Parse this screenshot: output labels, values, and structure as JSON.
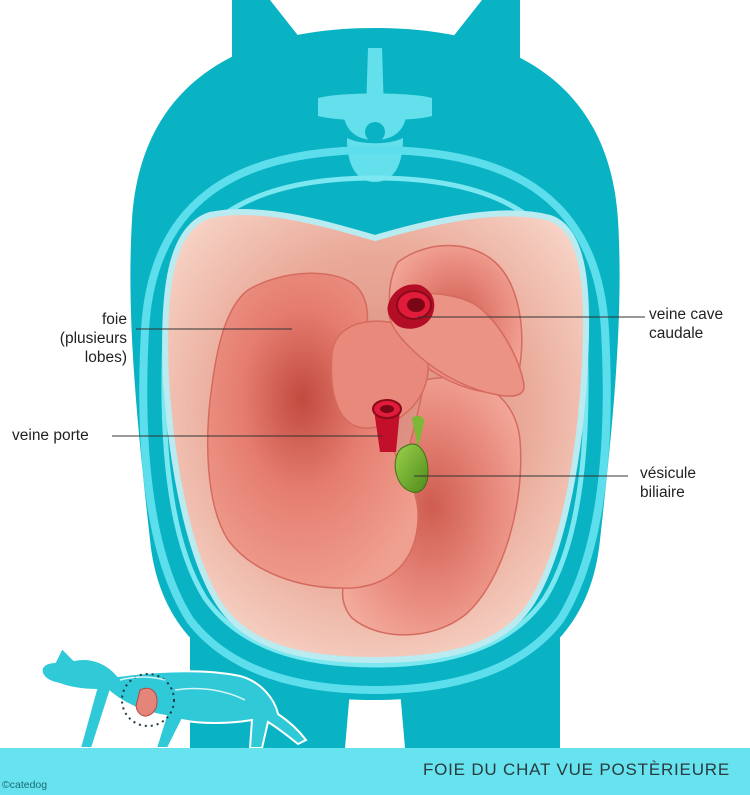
{
  "labels": {
    "liver": [
      "foie",
      "(plusieurs",
      "lobes)"
    ],
    "caudal_vena_cava": [
      "veine cave",
      "caudale"
    ],
    "portal_vein": [
      "veine porte"
    ],
    "gallbladder": [
      "vésicule",
      "biliaire"
    ]
  },
  "footer": {
    "title": "FOIE DU CHAT VUE POSTÈRIEURE",
    "credit": "©catedog"
  },
  "colors": {
    "body_teal": "#0ab3c3",
    "rib_band_light": "#5cdeec",
    "cavity_border": "#b9ebf1",
    "cavity_fill": "#f3c6b7",
    "liver": "#e5857a",
    "liver_shadow": "#b6483d",
    "vein_red": "#c2102a",
    "gallbladder_green": "#72b02e",
    "footer_band": "#66e3ee"
  },
  "icons": {
    "spine": "vertebra-icon",
    "cat": "cat-silhouette-icon"
  }
}
